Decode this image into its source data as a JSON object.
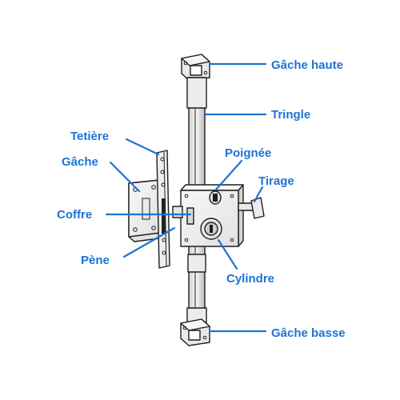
{
  "colors": {
    "label": "#1d73d6",
    "outline": "#1e1e1e",
    "metal_light": "#f4f4f4",
    "metal_mid": "#dcdcdc",
    "metal_dark": "#b9b9b9"
  },
  "labels": {
    "gache_haute": "Gâche haute",
    "tringle": "Tringle",
    "tetiere": "Tetière",
    "gache": "Gâche",
    "poignee": "Poignée",
    "tirage": "Tirage",
    "coffre": "Coffre",
    "pene": "Pène",
    "cylindre": "Cylindre",
    "gache_basse": "Gâche basse"
  }
}
